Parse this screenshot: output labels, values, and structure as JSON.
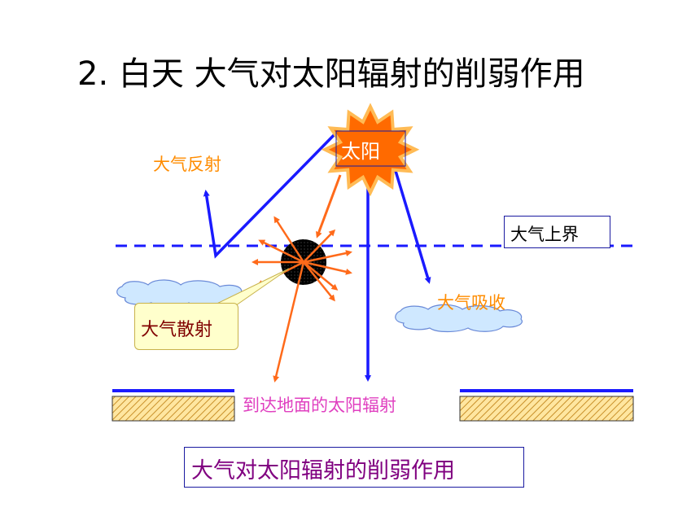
{
  "title": "2. 白天 大气对太阳辐射的削弱作用",
  "labels": {
    "sun": "太阳",
    "atmospheric_reflection": "大气反射",
    "atmosphere_top": "大气上界",
    "atmospheric_absorption": "大气吸收",
    "atmospheric_scattering": "大气散射",
    "ground_radiation": "到达地面的太阳辐射"
  },
  "caption": "大气对太阳辐射的削弱作用",
  "colors": {
    "sun_fill": "#ff6a00",
    "sun_burst": "#ffd27a",
    "ray_blue": "#1a1aff",
    "ray_orange": "#ff6a1a",
    "boundary_line": "#1a1aff",
    "cloud_fill": "#cfe8ff",
    "ground_hatch": "#ffcc66",
    "label_orange": "#ff8c00",
    "label_pink": "#e040c0",
    "caption_purple": "#800080"
  }
}
